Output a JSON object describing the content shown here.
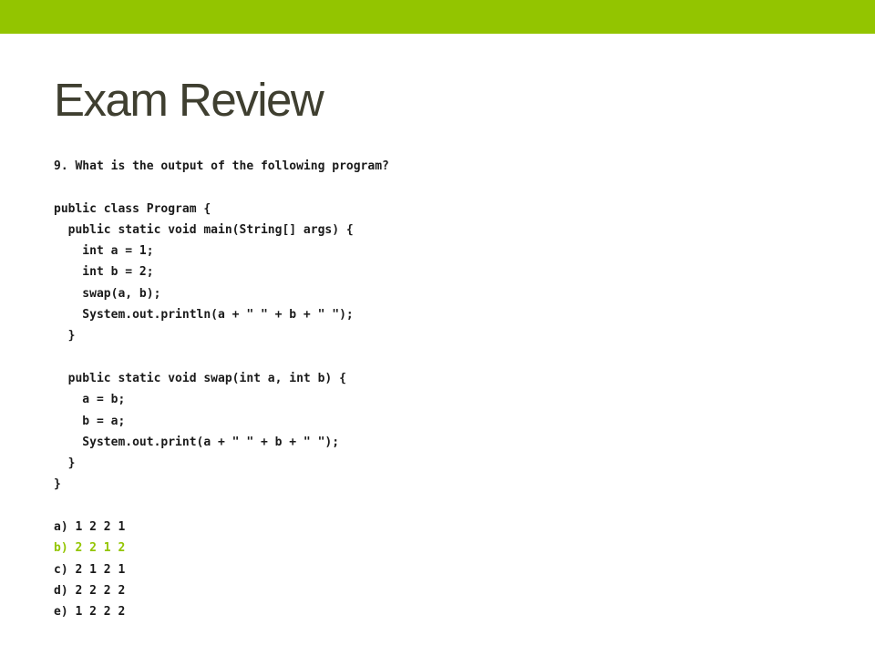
{
  "header": {
    "title": "Exam Review",
    "accent_color": "#93c500"
  },
  "question": {
    "text": "9. What is the output of the following program?"
  },
  "code": {
    "lines": [
      "public class Program {",
      "  public static void main(String[] args) {",
      "    int a = 1;",
      "    int b = 2;",
      "    swap(a, b);",
      "    System.out.println(a + \" \" + b + \" \");",
      "  }",
      "",
      "  public static void swap(int a, int b) {",
      "    a = b;",
      "    b = a;",
      "    System.out.print(a + \" \" + b + \" \");",
      "  }",
      "}"
    ]
  },
  "answers": {
    "a": "a) 1 2 2 1",
    "b": "b) 2 2 1 2",
    "c": "c) 2 1 2 1",
    "d": "d) 2 2 2 2",
    "e": "e) 1 2 2 2",
    "highlighted_color": "#93c500"
  }
}
